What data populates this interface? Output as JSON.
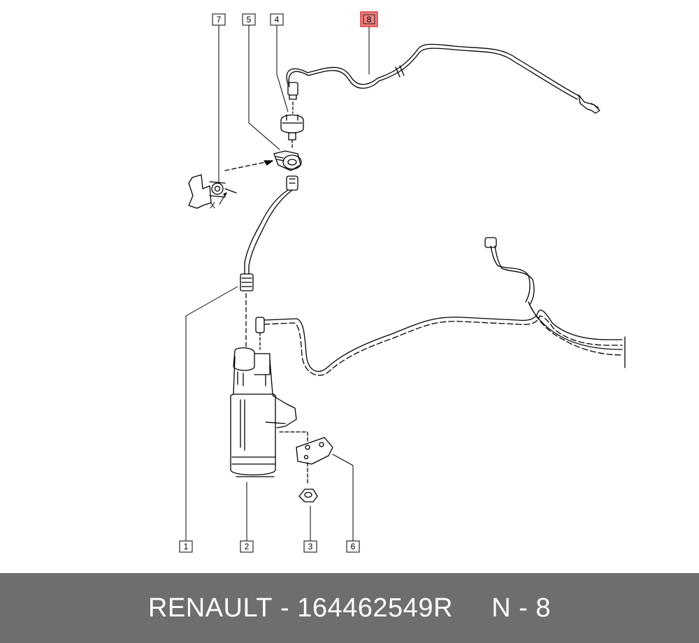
{
  "callouts": [
    {
      "number": "1",
      "highlighted": false
    },
    {
      "number": "2",
      "highlighted": false
    },
    {
      "number": "3",
      "highlighted": false
    },
    {
      "number": "4",
      "highlighted": false
    },
    {
      "number": "5",
      "highlighted": false
    },
    {
      "number": "6",
      "highlighted": false
    },
    {
      "number": "7",
      "highlighted": false
    },
    {
      "number": "8",
      "highlighted": true
    }
  ],
  "mark_label": "X",
  "footer": {
    "brand": "RENAULT",
    "separator": " - ",
    "part_number": "164462549R",
    "ref_label": "N - 8"
  },
  "colors": {
    "highlight_fill": "#f08080",
    "highlight_border": "#d04040",
    "footer_bg": "#6e6e6e",
    "footer_text": "#ffffff",
    "line": "#000000"
  }
}
